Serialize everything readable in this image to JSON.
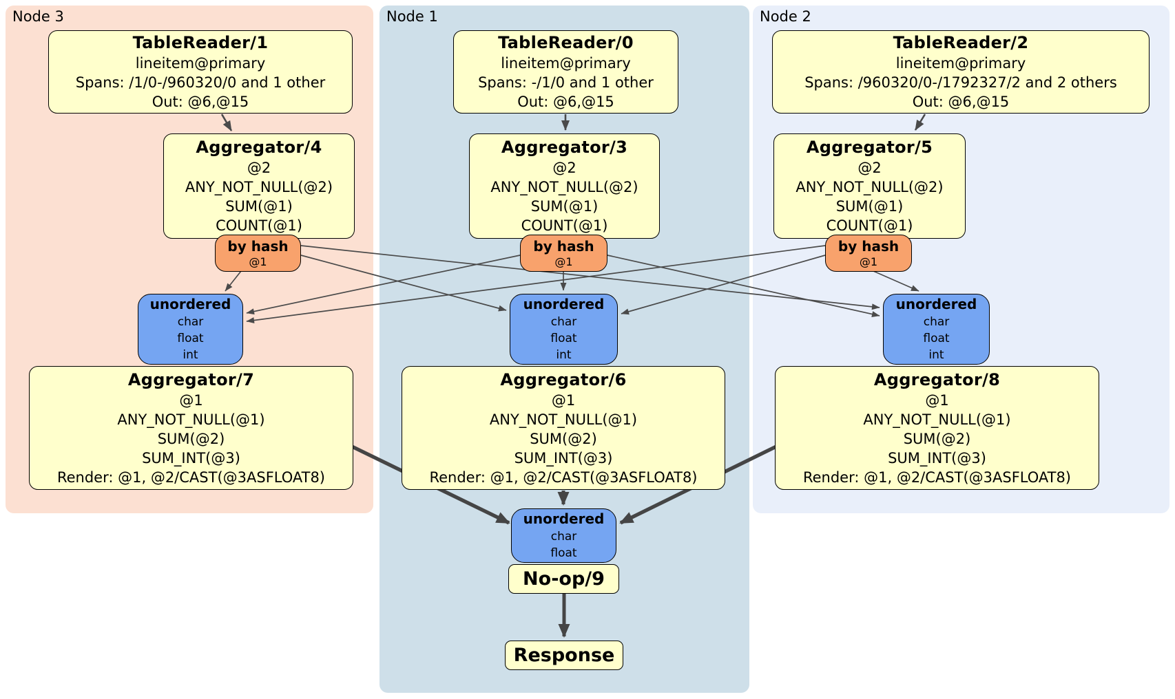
{
  "node3": {
    "label": "Node 3",
    "tablereader": {
      "title": "TableReader/1",
      "lines": [
        "lineitem@primary",
        "Spans: /1/0-/960320/0 and 1 other",
        "Out: @6,@15"
      ]
    },
    "aggregator_top": {
      "title": "Aggregator/4",
      "lines": [
        "@2",
        "ANY_NOT_NULL(@2)",
        "SUM(@1)",
        "COUNT(@1)"
      ]
    },
    "hash_router": {
      "title": "by hash",
      "detail": "@1"
    },
    "sync": {
      "title": "unordered",
      "lines": [
        "char",
        "float",
        "int"
      ]
    },
    "aggregator_bottom": {
      "title": "Aggregator/7",
      "lines": [
        "@1",
        "ANY_NOT_NULL(@1)",
        "SUM(@2)",
        "SUM_INT(@3)",
        "Render: @1, @2/CAST(@3ASFLOAT8)"
      ]
    }
  },
  "node1": {
    "label": "Node 1",
    "tablereader": {
      "title": "TableReader/0",
      "lines": [
        "lineitem@primary",
        "Spans: -/1/0 and 1 other",
        "Out: @6,@15"
      ]
    },
    "aggregator_top": {
      "title": "Aggregator/3",
      "lines": [
        "@2",
        "ANY_NOT_NULL(@2)",
        "SUM(@1)",
        "COUNT(@1)"
      ]
    },
    "hash_router": {
      "title": "by hash",
      "detail": "@1"
    },
    "sync": {
      "title": "unordered",
      "lines": [
        "char",
        "float",
        "int"
      ]
    },
    "aggregator_bottom": {
      "title": "Aggregator/6",
      "lines": [
        "@1",
        "ANY_NOT_NULL(@1)",
        "SUM(@2)",
        "SUM_INT(@3)",
        "Render: @1, @2/CAST(@3ASFLOAT8)"
      ]
    }
  },
  "node2": {
    "label": "Node 2",
    "tablereader": {
      "title": "TableReader/2",
      "lines": [
        "lineitem@primary",
        "Spans: /960320/0-/1792327/2 and 2 others",
        "Out: @6,@15"
      ]
    },
    "aggregator_top": {
      "title": "Aggregator/5",
      "lines": [
        "@2",
        "ANY_NOT_NULL(@2)",
        "SUM(@1)",
        "COUNT(@1)"
      ]
    },
    "hash_router": {
      "title": "by hash",
      "detail": "@1"
    },
    "sync": {
      "title": "unordered",
      "lines": [
        "char",
        "float",
        "int"
      ]
    },
    "aggregator_bottom": {
      "title": "Aggregator/8",
      "lines": [
        "@1",
        "ANY_NOT_NULL(@1)",
        "SUM(@2)",
        "SUM_INT(@3)",
        "Render: @1, @2/CAST(@3ASFLOAT8)"
      ]
    }
  },
  "output": {
    "sync": {
      "title": "unordered",
      "lines": [
        "char",
        "float"
      ]
    },
    "noop": {
      "title": "No-op/9"
    },
    "response": {
      "title": "Response"
    }
  },
  "colors": {
    "node3_panel": "#fce0d2",
    "node1_panel": "#cedfe9",
    "node2_panel": "#e9effa",
    "processor_box": "#ffffcc",
    "hash_router_box": "#f8a26c",
    "sync_box": "#75a5f2",
    "edge_thin": "#4a4a4a",
    "edge_thick": "#454545"
  }
}
